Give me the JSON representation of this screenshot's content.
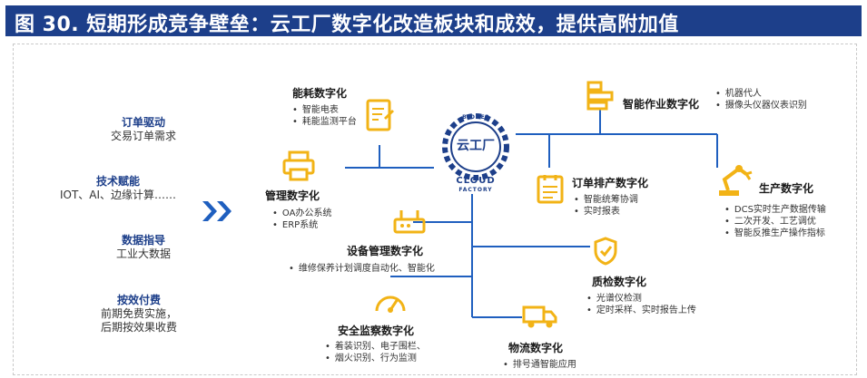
{
  "header": {
    "title": "图 30. 短期形成竞争壁垒：云工厂数字化改造板块和成效，提供高附加值"
  },
  "left": [
    {
      "title": "订单驱动",
      "desc": [
        "交易订单需求"
      ]
    },
    {
      "title": "技术赋能",
      "desc": [
        "IOT、AI、边缘计算……"
      ]
    },
    {
      "title": "数据指导",
      "desc": [
        "工业大数据"
      ]
    },
    {
      "title": "按效付费",
      "desc": [
        "前期免费实施，",
        "后期按效果收费"
      ]
    }
  ],
  "logo": {
    "cn": "云工厂",
    "top": "BEO BEO",
    "en": "CLOUD",
    "en2": "FACTORY"
  },
  "nodes": {
    "energy": {
      "title": "能耗数字化",
      "items": [
        "智能电表",
        "耗能监测平台"
      ]
    },
    "mgmt": {
      "title": "管理数字化",
      "items": [
        "OA办公系统",
        "ERP系统"
      ]
    },
    "equipment": {
      "title": "设备管理数字化",
      "items": [
        "维修保养计划调度自动化、智能化"
      ]
    },
    "safety": {
      "title": "安全监察数字化",
      "items": [
        "着装识别、电子围栏、",
        "烟火识别、行为监测"
      ]
    },
    "ops": {
      "title": "智能作业数字化",
      "items": [
        "机器代人",
        "摄像头仪器仪表识别"
      ]
    },
    "order": {
      "title": "订单排产数字化",
      "items": [
        "智能统筹协调",
        "实时报表"
      ]
    },
    "production": {
      "title": "生产数字化",
      "items": [
        "DCS实时生产数据传输",
        "二次开发、工艺调优",
        "智能反推生产操作指标"
      ]
    },
    "quality": {
      "title": "质检数字化",
      "items": [
        "光谱仪检测",
        "定时采样、实时报告上传"
      ]
    },
    "logistics": {
      "title": "物流数字化",
      "items": [
        "排号通智能应用"
      ]
    }
  },
  "colors": {
    "header": "#1d3f8a",
    "accent": "#1f5fbf",
    "icon": "#f2b316",
    "line": "#1f5fbf"
  }
}
